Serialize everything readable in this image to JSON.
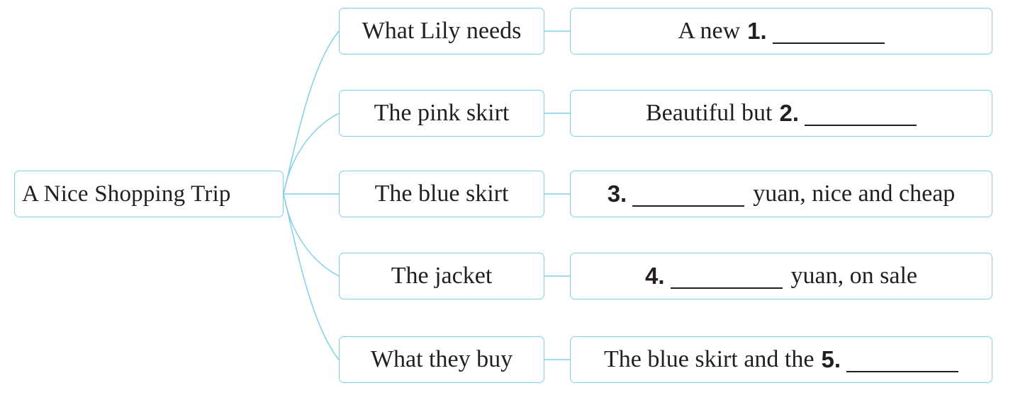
{
  "root": {
    "label": "A Nice Shopping  Trip"
  },
  "branches": [
    {
      "left": "What Lily needs",
      "before": "A new",
      "number": "1.",
      "after": ""
    },
    {
      "left": "The pink skirt",
      "before": "Beautiful but",
      "number": "2.",
      "after": ""
    },
    {
      "left": "The blue skirt",
      "before": "",
      "number": "3.",
      "after": "yuan, nice and cheap"
    },
    {
      "left": "The jacket",
      "before": "",
      "number": "4.",
      "after": "yuan, on sale"
    },
    {
      "left": "What they buy",
      "before": "The blue skirt and the",
      "number": "5.",
      "after": ""
    }
  ],
  "colors": {
    "line": "#7fd0e8",
    "border": "#7fd0e8",
    "text": "#231f20"
  }
}
